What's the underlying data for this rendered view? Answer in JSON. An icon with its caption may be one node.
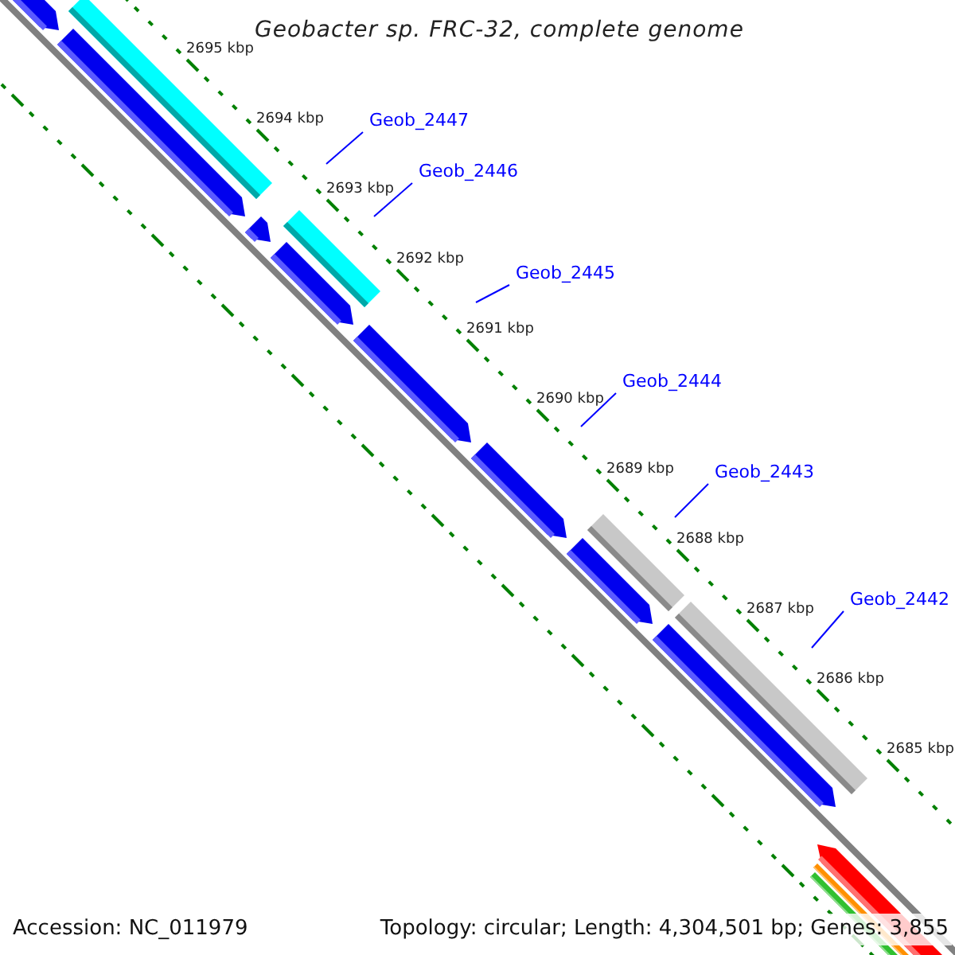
{
  "diagram": {
    "title": "Geobacter sp. FRC-32, complete genome",
    "nodes": [
      {
        "text": [
          "Geob_2447"
        ]
      },
      {
        "text": [
          "Geob_2446"
        ]
      },
      {
        "text": [
          "Geob_2445"
        ]
      },
      {
        "text": [
          "Geob_2444"
        ]
      },
      {
        "text": [
          "Geob_2443"
        ]
      },
      {
        "text": [
          "Geob_2442"
        ]
      }
    ],
    "edges": [
      {
        "from": 0,
        "to": null,
        "arrow": "none"
      },
      {
        "from": 1,
        "to": null,
        "arrow": "none"
      },
      {
        "from": 2,
        "to": null,
        "arrow": "none"
      },
      {
        "from": 3,
        "to": null,
        "arrow": "none"
      },
      {
        "from": 4,
        "to": null,
        "arrow": "none"
      },
      {
        "from": 5,
        "to": null,
        "arrow": "none"
      }
    ],
    "labels": [
      "2695 kbp",
      "2694 kbp",
      "2693 kbp",
      "2692 kbp",
      "2691 kbp",
      "2690 kbp",
      "2689 kbp",
      "2688 kbp",
      "2687 kbp",
      "2686 kbp",
      "2685 kbp",
      "Accession: NC_011979",
      "Topology: circular; Length: 4,304,501 bp; Genes: 3,855"
    ]
  }
}
